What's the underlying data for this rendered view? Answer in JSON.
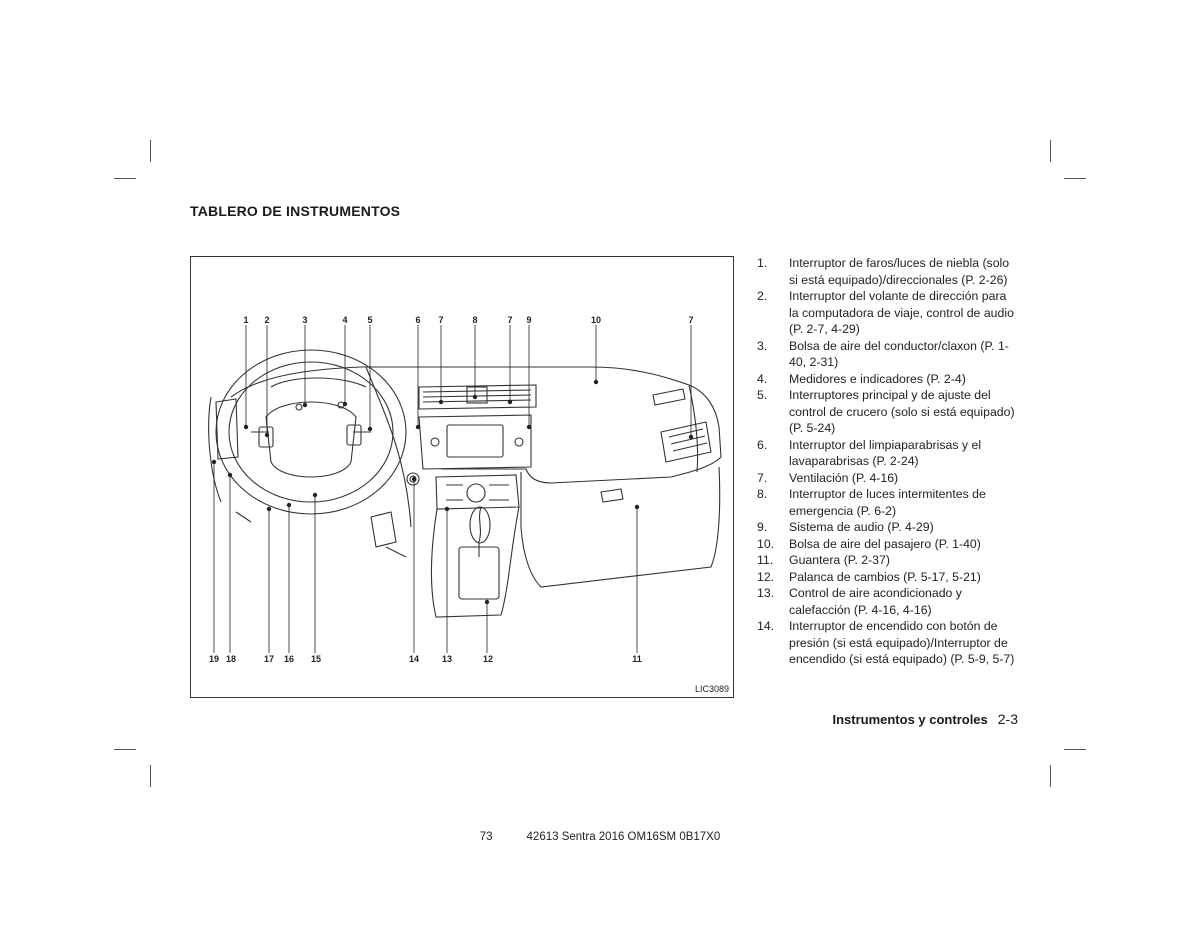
{
  "section_title": "TABLERO DE INSTRUMENTOS",
  "figure": {
    "code": "LIC3089",
    "callouts_top": [
      "1",
      "2",
      "3",
      "4",
      "5",
      "6",
      "7",
      "8",
      "7",
      "9",
      "10",
      "7"
    ],
    "callouts_bottom": [
      "19",
      "18",
      "17",
      "16",
      "15",
      "14",
      "13",
      "12",
      "11"
    ]
  },
  "legend": [
    {
      "num": "1.",
      "text": "Interruptor de faros/luces de niebla (solo si está equipado)/direccionales (P. 2-26)"
    },
    {
      "num": "2.",
      "text": "Interruptor del volante de dirección para la computadora de viaje, control de audio (P. 2-7, 4-29)"
    },
    {
      "num": "3.",
      "text": "Bolsa de aire del conductor/claxon (P. 1-40, 2-31)"
    },
    {
      "num": "4.",
      "text": "Medidores e indicadores (P. 2-4)"
    },
    {
      "num": "5.",
      "text": "Interruptores principal y de ajuste del control de crucero (solo si está equipado) (P. 5-24)"
    },
    {
      "num": "6.",
      "text": "Interruptor del limpiaparabrisas y el lavaparabrisas (P. 2-24)"
    },
    {
      "num": "7.",
      "text": "Ventilación (P. 4-16)"
    },
    {
      "num": "8.",
      "text": "Interruptor de luces intermitentes de emergencia (P. 6-2)"
    },
    {
      "num": "9.",
      "text": "Sistema de audio (P. 4-29)"
    },
    {
      "num": "10.",
      "text": "Bolsa de aire del pasajero (P. 1-40)"
    },
    {
      "num": "11.",
      "text": "Guantera (P. 2-37)"
    },
    {
      "num": "12.",
      "text": "Palanca de cambios (P. 5-17, 5-21)"
    },
    {
      "num": "13.",
      "text": "Control de aire acondicionado y calefacción (P. 4-16, 4-16)"
    },
    {
      "num": "14.",
      "text": "Interruptor de encendido con botón de presión (si está equipado)/Interruptor de encendido (si está equipado) (P. 5-9, 5-7)"
    }
  ],
  "footer": {
    "section_name": "Instrumentos y controles",
    "page": "2-3"
  },
  "print_info": {
    "page_number": "73",
    "document_id": "42613 Sentra 2016 OM16SM 0B17X0"
  }
}
